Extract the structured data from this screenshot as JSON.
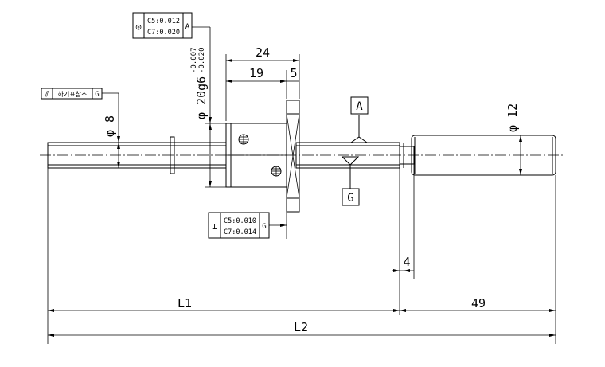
{
  "dimensions": {
    "nut_length": "24",
    "flange_offset": "19",
    "flange_thickness": "5",
    "nut_diameter": "φ 20g6",
    "nut_tol_upper": "-0.007",
    "nut_tol_lower": "-0.020",
    "shaft_end_diameter": "φ 8",
    "support_diameter": "φ 12",
    "gap": "4",
    "length_l1": "L1",
    "length_support": "49",
    "length_l2": "L2"
  },
  "datums": {
    "a": "A",
    "g": "G"
  },
  "tol_concentric": {
    "symbol": "◎",
    "line1": "C5:0.012",
    "line2": "C7:0.020",
    "datum": "A"
  },
  "tol_runout": {
    "symbol": "⫽",
    "note": "하기표참조",
    "datum": "G"
  },
  "tol_perpendicular": {
    "symbol": "⊥",
    "line1": "C5:0.010",
    "line2": "C7:0.014",
    "datum": "G"
  }
}
